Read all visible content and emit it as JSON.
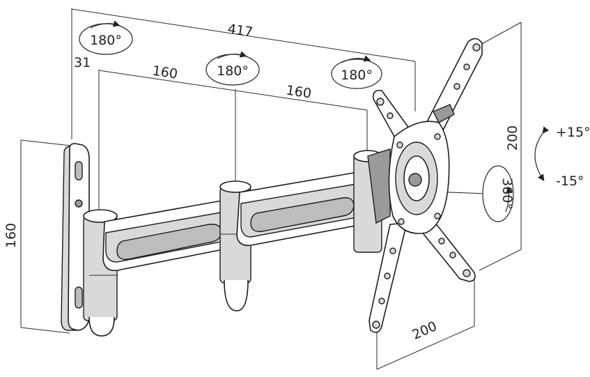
{
  "dimensions": {
    "overall_width": "417",
    "offset": "31",
    "arm1": "160",
    "arm2": "160",
    "wall_plate_height": "160",
    "vesa_vertical": "200",
    "vesa_horizontal": "200"
  },
  "rotations": {
    "joint1": "180°",
    "joint2": "180°",
    "joint3": "180°",
    "plate": "360°"
  },
  "tilt": {
    "up": "+15°",
    "down": "-15°"
  }
}
